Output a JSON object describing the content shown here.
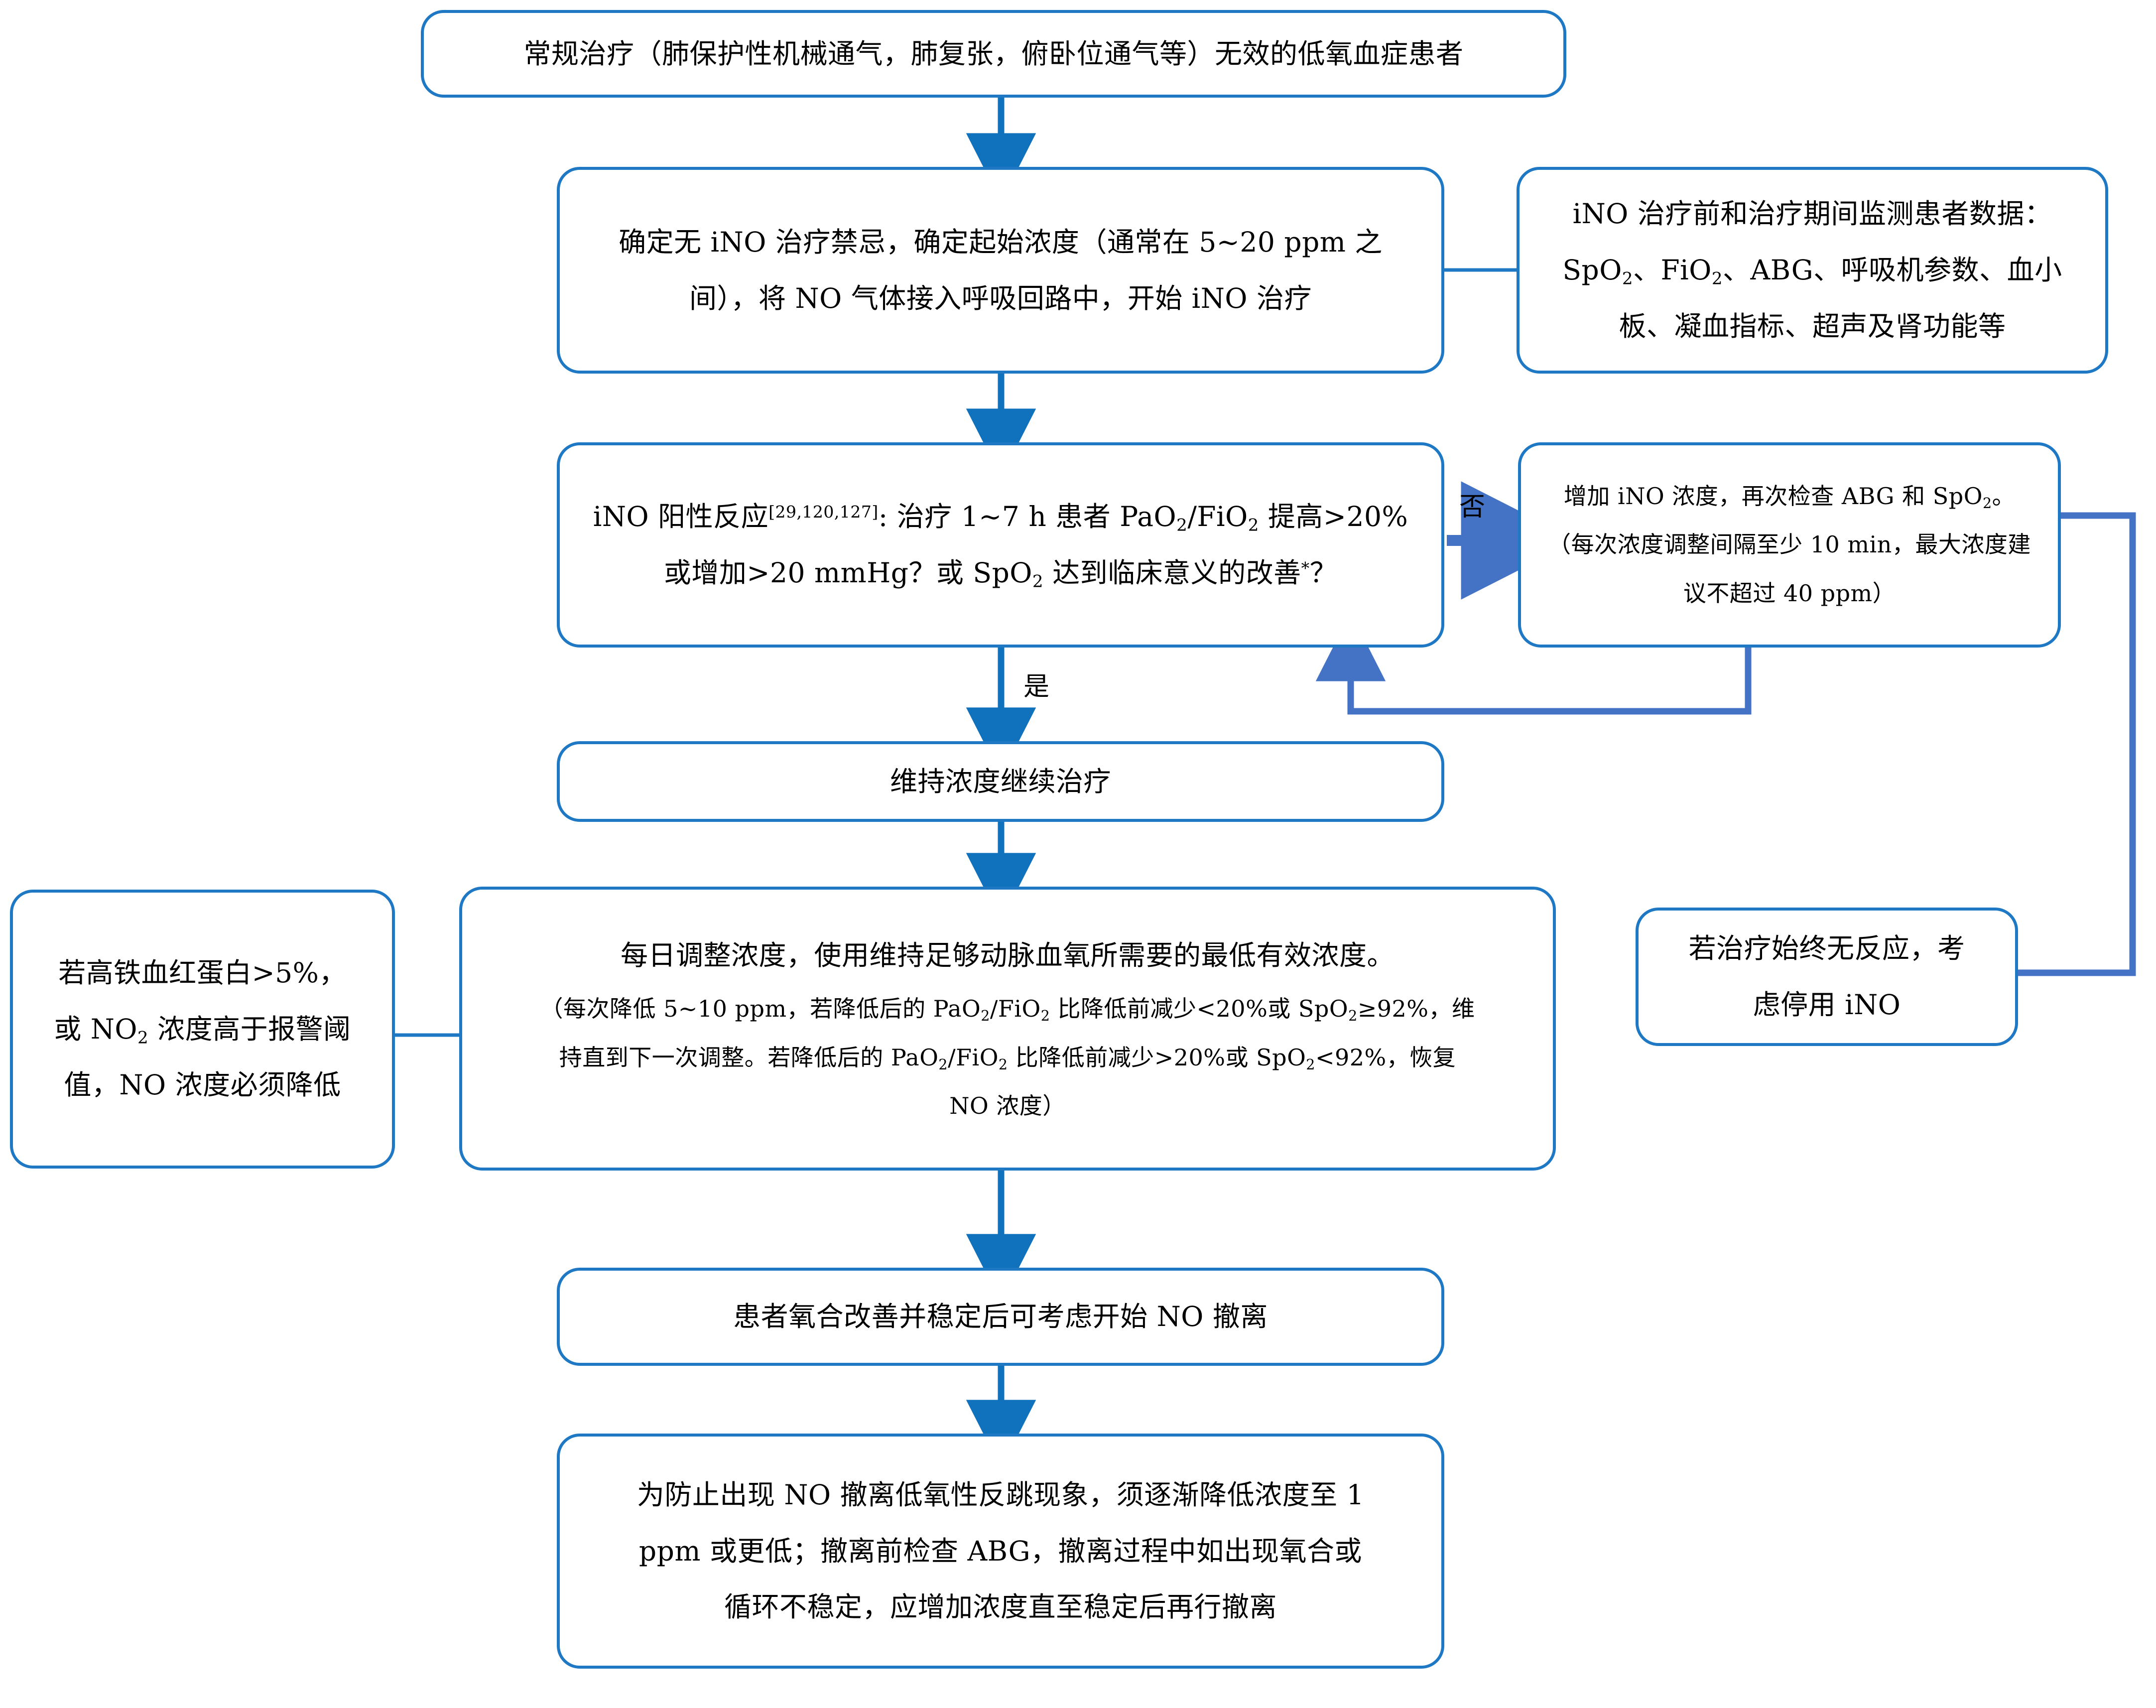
{
  "meta": {
    "title": "iNO 治疗流程图",
    "colors": {
      "box_border": "#1f78c4",
      "arrow_main": "#1071bc",
      "arrow_loop": "#4472c4",
      "text": "#000000",
      "background": "#ffffff"
    }
  },
  "nodes": {
    "start": {
      "id": "start",
      "text": "常规治疗（肺保护性机械通气，肺复张，俯卧位通气等）无效的低氧血症患者"
    },
    "init_treatment": {
      "id": "init-treatment",
      "line1": "确定无 iNO 治疗禁忌，确定起始浓度（通常在 5~20 ppm 之",
      "line2": "间），将 NO 气体接入呼吸回路中，开始 iNO 治疗"
    },
    "monitoring": {
      "id": "monitoring",
      "line1": "iNO 治疗前和治疗期间监测患者数据：",
      "line2_a": "SpO",
      "line2_sub1": "2",
      "line2_b": "、FiO",
      "line2_sub2": "2",
      "line2_c": "、ABG、呼吸机参数、血小",
      "line3": "板、凝血指标、超声及肾功能等"
    },
    "decision": {
      "id": "positive-response-decision",
      "line1_a": "iNO 阳性反应",
      "line1_sup": "[29,120,127]",
      "line1_b": ": 治疗 1~7 h 患者 PaO",
      "line1_sub1": "2",
      "line1_c": "/FiO",
      "line1_sub2": "2",
      "line1_d": " 提高>20%",
      "line2_a": "或增加>20 mmHg？或 SpO",
      "line2_sub": "2",
      "line2_b": " 达到临床意义的改善",
      "line2_sup": "*",
      "line2_c": "？"
    },
    "increase_dose": {
      "id": "increase-dose",
      "line1_a": "增加 iNO 浓度，再次检查 ABG 和 SpO",
      "line1_sub": "2",
      "line1_b": "。",
      "line2": "（每次浓度调整间隔至少 10 min，最大浓度建",
      "line3": "议不超过 40 ppm）"
    },
    "maintain": {
      "id": "maintain-dose",
      "text": "维持浓度继续治疗"
    },
    "daily_adjust": {
      "id": "daily-adjust",
      "line1": "每日调整浓度，使用维持足够动脉血氧所需要的最低有效浓度。",
      "line2_a": "（每次降低 5~10 ppm，若降低后的 PaO",
      "line2_sub1": "2",
      "line2_b": "/FiO",
      "line2_sub2": "2",
      "line2_c": " 比降低前减少<20%或 SpO",
      "line2_sub3": "2",
      "line2_d": "≥92%，维",
      "line3_a": "持直到下一次调整。若降低后的 PaO",
      "line3_sub1": "2",
      "line3_b": "/FiO",
      "line3_sub2": "2",
      "line3_c": " 比降低前减少>20%或 SpO",
      "line3_sub3": "2",
      "line3_d": "<92%，恢复",
      "line4": "NO 浓度）"
    },
    "methemoglobin": {
      "id": "methemoglobin-warning",
      "line1": "若高铁血红蛋白>5%，",
      "line2_a": "或 NO",
      "line2_sub": "2",
      "line2_b": " 浓度高于报警阈",
      "line3": "值，NO 浓度必须降低"
    },
    "no_response": {
      "id": "no-response-stop",
      "line1": "若治疗始终无反应，考",
      "line2": "虑停用 iNO"
    },
    "weaning_start": {
      "id": "weaning-start",
      "text": "患者氧合改善并稳定后可考虑开始 NO 撤离"
    },
    "weaning_detail": {
      "id": "weaning-detail",
      "line1": "为防止出现 NO 撤离低氧性反跳现象，须逐渐降低浓度至 1",
      "line2": "ppm 或更低；撤离前检查 ABG，撤离过程中如出现氧合或",
      "line3": "循环不稳定，应增加浓度直至稳定后再行撤离"
    }
  },
  "edge_labels": {
    "no": "否",
    "yes": "是"
  }
}
